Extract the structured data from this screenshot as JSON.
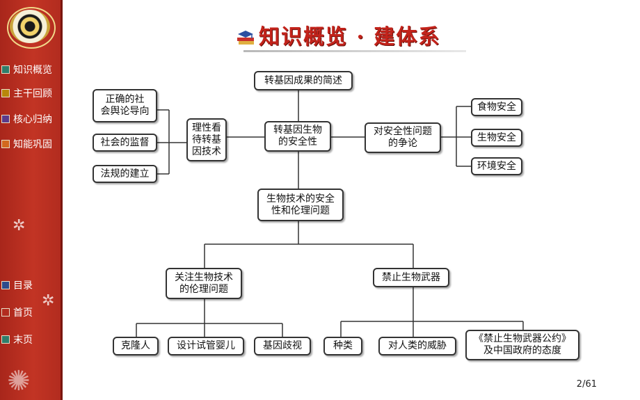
{
  "header": {
    "title": "知识概览 · 建体系"
  },
  "sidebar": {
    "nav": [
      {
        "label": "知识概览",
        "color": "#2f7d6b"
      },
      {
        "label": "主干回顾",
        "color": "#b8860b"
      },
      {
        "label": "核心归纳",
        "color": "#5a3a8a"
      },
      {
        "label": "知能巩固",
        "color": "#d2691e"
      }
    ],
    "bottom": [
      {
        "label": "目录",
        "color": "#2d4b8c"
      },
      {
        "label": "首页",
        "color": "#b22c1f"
      },
      {
        "label": "末页",
        "color": "#2f7d6b"
      }
    ]
  },
  "diagram": {
    "root": "转基因成果的简述",
    "center": "转基因生物\n的安全性",
    "left_mid": "理性看\n待转基\n因技术",
    "left_items": [
      "正确的社\n会舆论导向",
      "社会的监督",
      "法规的建立"
    ],
    "right_mid": "对安全性问题\n的争论",
    "right_items": [
      "食物安全",
      "生物安全",
      "环境安全"
    ],
    "ethics": "生物技术的安全\n性和伦理问题",
    "branch_left": "关注生物技术\n的伦理问题",
    "branch_right": "禁止生物武器",
    "left_leaves": [
      "克隆人",
      "设计试管婴儿",
      "基因歧视"
    ],
    "right_leaves": [
      "种类",
      "对人类的威胁",
      "《禁止生物武器公约》\n及中国政府的态度"
    ]
  },
  "page_number": "2/61"
}
